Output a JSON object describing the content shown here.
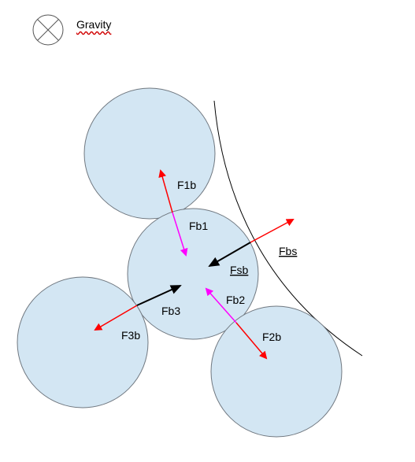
{
  "legend": {
    "label": "Gravity",
    "icon": "circle-cross-icon"
  },
  "labels": {
    "f1b": "F1b",
    "fb1": "Fb1",
    "fbs": "Fbs",
    "fsb": "Fsb",
    "fb2": "Fb2",
    "fb3": "Fb3",
    "f3b": "F3b",
    "f2b": "F2b"
  },
  "colors": {
    "ball_fill": "#d3e6f3",
    "ball_stroke": "#707880",
    "red_arrow": "#ff0000",
    "magenta_arrow": "#ff00ff",
    "black_arrow": "#000000",
    "wall": "#000000"
  }
}
